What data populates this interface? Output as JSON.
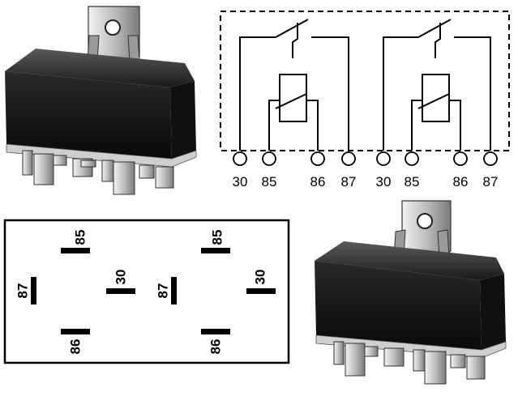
{
  "schematic": {
    "relay_a": {
      "terminals": [
        "30",
        "85",
        "86",
        "87"
      ]
    },
    "relay_b": {
      "terminals": [
        "30",
        "85",
        "86",
        "87"
      ]
    }
  },
  "pin_layout": {
    "left": {
      "top": "85",
      "left": "87",
      "center": "30",
      "bottom": "86"
    },
    "right": {
      "top": "85",
      "left": "87",
      "center": "30",
      "bottom": "86"
    }
  },
  "colors": {
    "ink": "#000000",
    "relay_body": "#1c1c1c",
    "relay_highlight": "#4a4a4a",
    "metal": "#d8d8d8",
    "metal_shade": "#8c8c8c"
  }
}
